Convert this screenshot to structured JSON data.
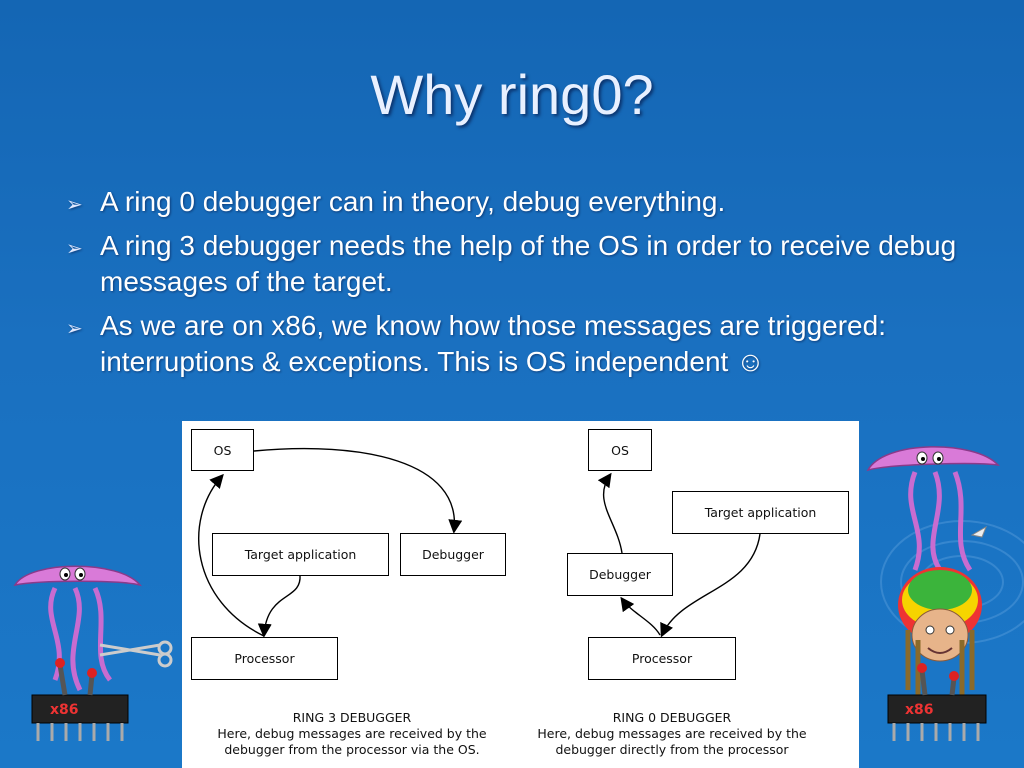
{
  "slide": {
    "title": "Why ring0?",
    "bullets": [
      "A ring 0 debugger can in theory, debug everything.",
      "A ring 3 debugger needs the help of the OS in order to receive debug messages of the target.",
      "As we are on x86, we know how those messages are triggered: interruptions & exceptions. This is OS independent ☺"
    ],
    "bullet_glyph": "➢"
  },
  "diagram": {
    "ring3": {
      "os": "OS",
      "target": "Target application",
      "debugger": "Debugger",
      "processor": "Processor",
      "caption_title": "RING 3 DEBUGGER",
      "caption_line1": "Here, debug messages are received by the",
      "caption_line2": "debugger from the processor via the OS."
    },
    "ring0": {
      "os": "OS",
      "target": "Target application",
      "debugger": "Debugger",
      "processor": "Processor",
      "caption_title": "RING 0 DEBUGGER",
      "caption_line1": "Here, debug messages are received by the",
      "caption_line2": "debugger directly from the processor"
    }
  },
  "decor": {
    "chip_left_label": "x86",
    "chip_right_label": "x86"
  }
}
